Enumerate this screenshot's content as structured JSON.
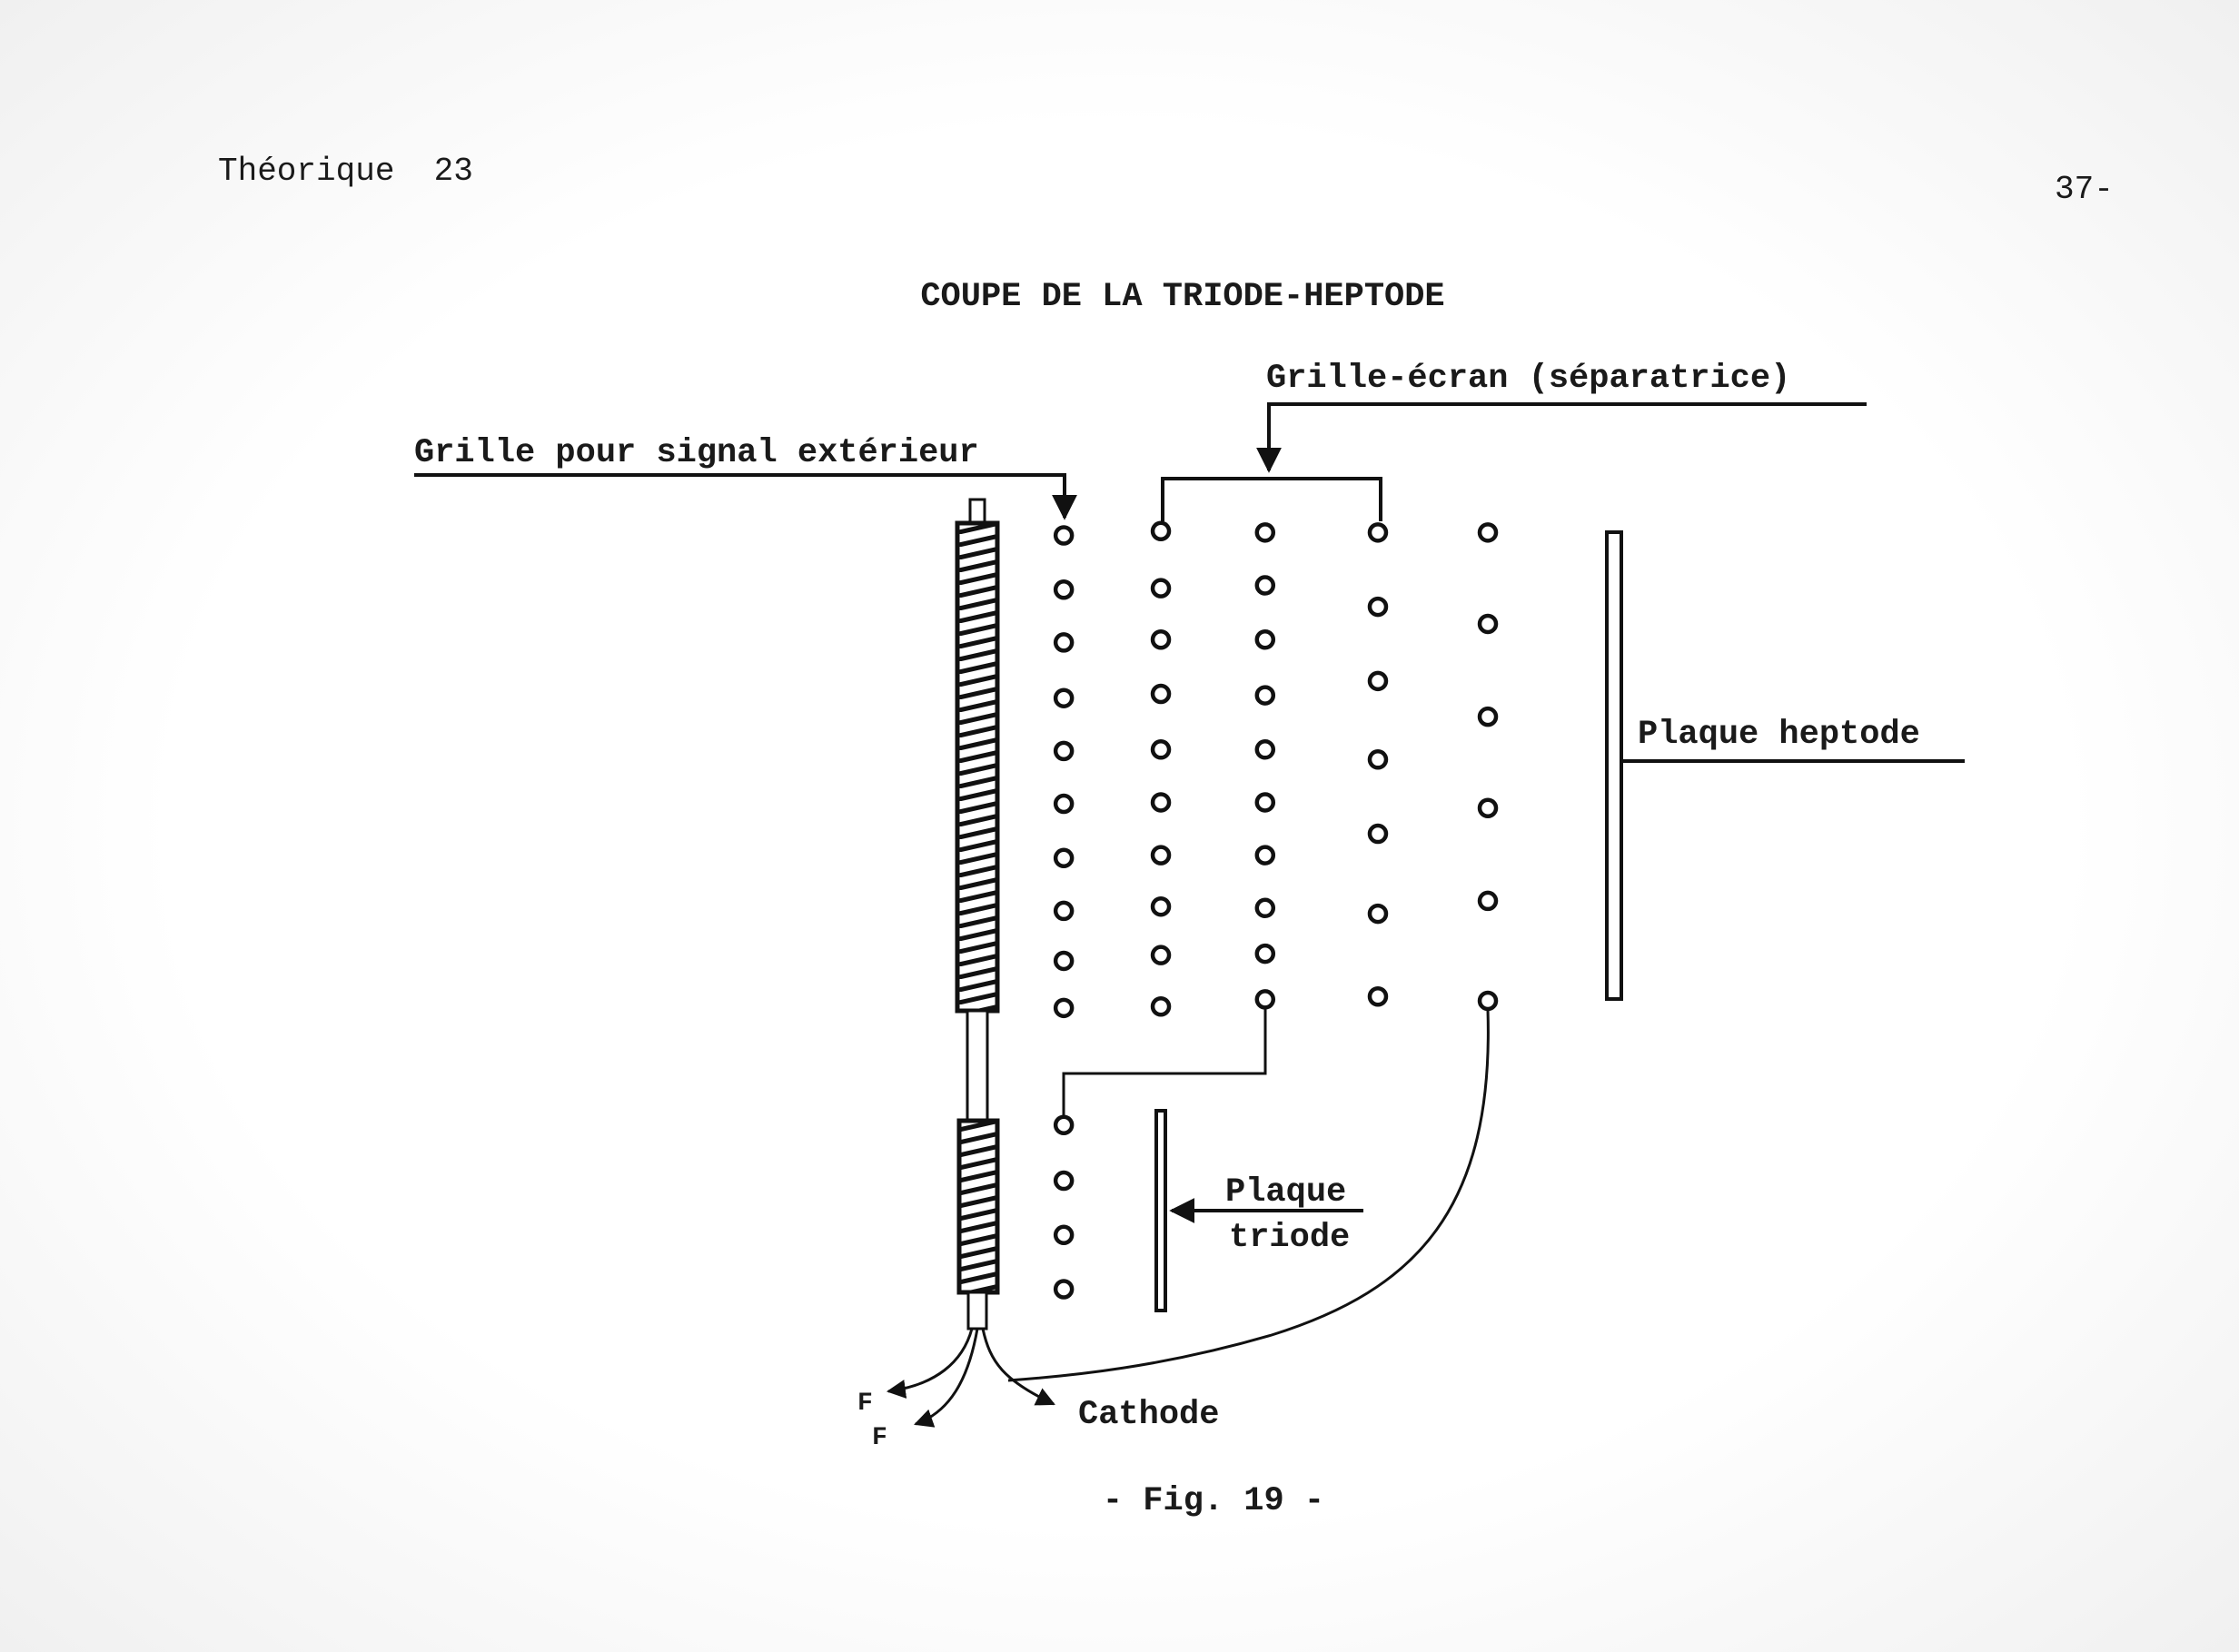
{
  "header": {
    "left": "Théorique  23",
    "page_number": "37-"
  },
  "figure": {
    "title": "COUPE DE LA TRIODE-HEPTODE",
    "labels": {
      "screen_grid": "Grille-écran (séparatrice)",
      "signal_grid": "Grille pour signal extérieur",
      "heptode_plate": "Plaque heptode",
      "triode_plate_line1": "Plaque",
      "triode_plate_line2": "triode",
      "cathode": "Cathode",
      "filament_1": "F",
      "filament_2": "F"
    },
    "caption": "- Fig. 19 -"
  }
}
